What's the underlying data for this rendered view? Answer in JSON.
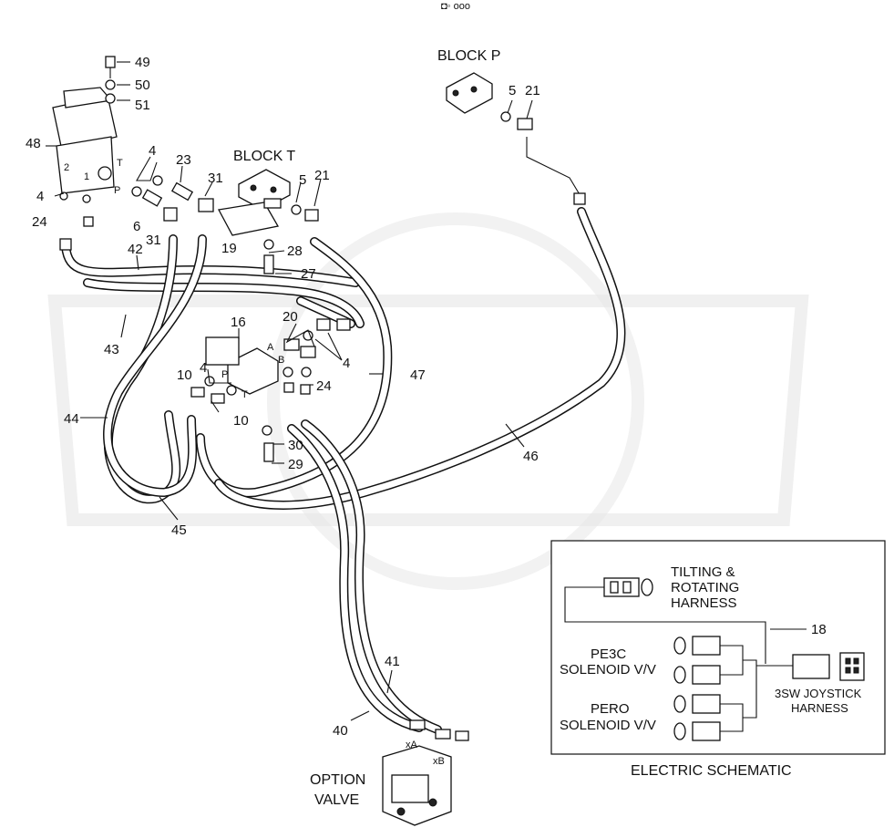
{
  "header_mark": "◘◦ ooo",
  "blocks": {
    "block_p": "BLOCK P",
    "block_t": "BLOCK T",
    "option_valve_line1": "OPTION",
    "option_valve_line2": "VALVE"
  },
  "port_labels": {
    "t_upper": "T",
    "p_upper": "P",
    "two": "2",
    "one": "1",
    "a": "A",
    "b": "B",
    "p_lower": "P",
    "t_lower": "T",
    "xa": "xA",
    "xb": "xB"
  },
  "callouts": {
    "c49": "49",
    "c50": "50",
    "c51": "51",
    "c48": "48",
    "c4a": "4",
    "c23": "23",
    "c31a": "31",
    "c4b": "4",
    "c6": "6",
    "c31b": "31",
    "c24a": "24",
    "c42": "42",
    "c43": "43",
    "c19": "19",
    "c28": "28",
    "c27": "27",
    "c5a": "5",
    "c21a": "21",
    "c5b": "5",
    "c21b": "21",
    "c16": "16",
    "c20": "20",
    "c4c": "4",
    "c47": "47",
    "c24b": "24",
    "c10a": "10",
    "c4d": "4",
    "c10b": "10",
    "c44": "44",
    "c30": "30",
    "c29": "29",
    "c45": "45",
    "c46": "46",
    "c41": "41",
    "c40": "40",
    "c18": "18"
  },
  "schematic": {
    "title": "ELECTRIC SCHEMATIC",
    "tilting_line1": "TILTING &",
    "tilting_line2": "ROTATING",
    "tilting_line3": "HARNESS",
    "pe3c_line1": "PE3C",
    "pe3c_line2": "SOLENOID V/V",
    "pero_line1": "PERO",
    "pero_line2": "SOLENOID V/V",
    "joystick_line1": "3SW JOYSTICK",
    "joystick_line2": "HARNESS"
  }
}
